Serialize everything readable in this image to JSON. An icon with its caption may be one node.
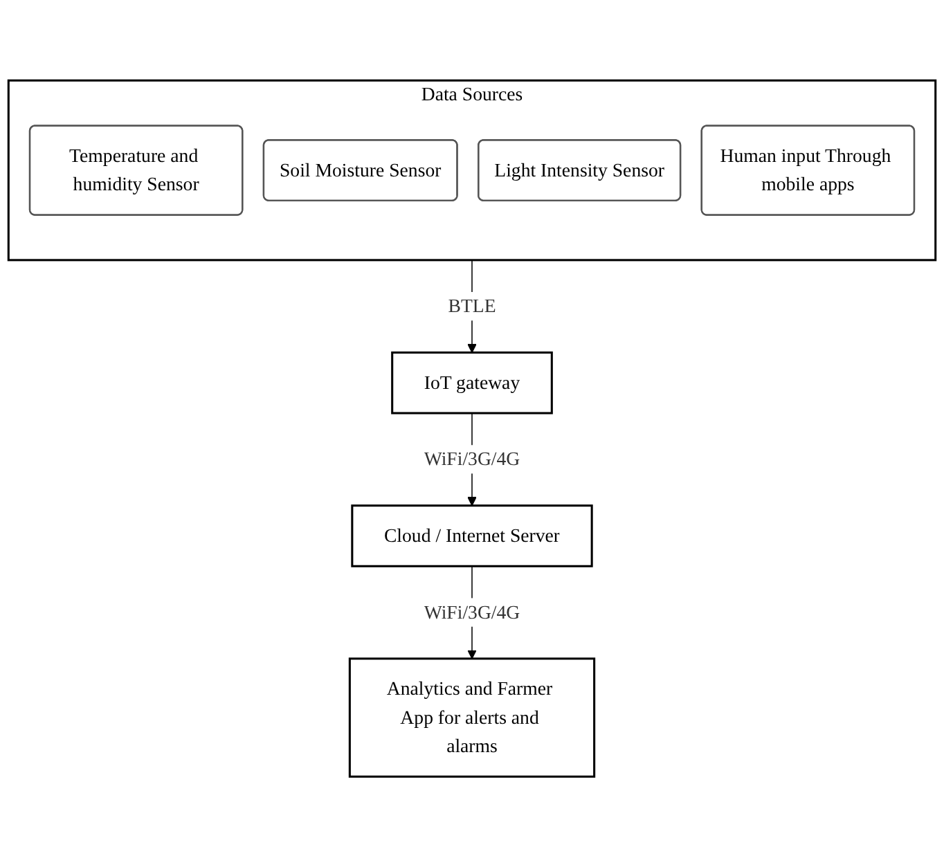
{
  "diagram": {
    "nodes": [
      {
        "text": [
          "Data Sources"
        ]
      },
      {
        "text": [
          "Temperature and humidity Sensor"
        ],
        "in": 0
      },
      {
        "text": [
          "Soil Moisture Sensor"
        ],
        "in": 0
      },
      {
        "text": [
          "Light Intensity Sensor"
        ],
        "in": 0
      },
      {
        "text": [
          "Human input Through mobile apps"
        ],
        "in": 0
      },
      {
        "text": [
          "IoT gateway"
        ]
      },
      {
        "text": [
          "Cloud / Internet Server"
        ]
      },
      {
        "text": [
          "Analytics and Farmer App for alerts and alarms"
        ]
      }
    ],
    "edges": [
      {
        "from": 0,
        "to": 5,
        "arrow": "to",
        "label": "BTLE"
      },
      {
        "from": 5,
        "to": 6,
        "arrow": "to",
        "label": "WiFi/3G/4G"
      },
      {
        "from": 6,
        "to": 7,
        "arrow": "to",
        "label": "WiFi/3G/4G"
      }
    ]
  }
}
